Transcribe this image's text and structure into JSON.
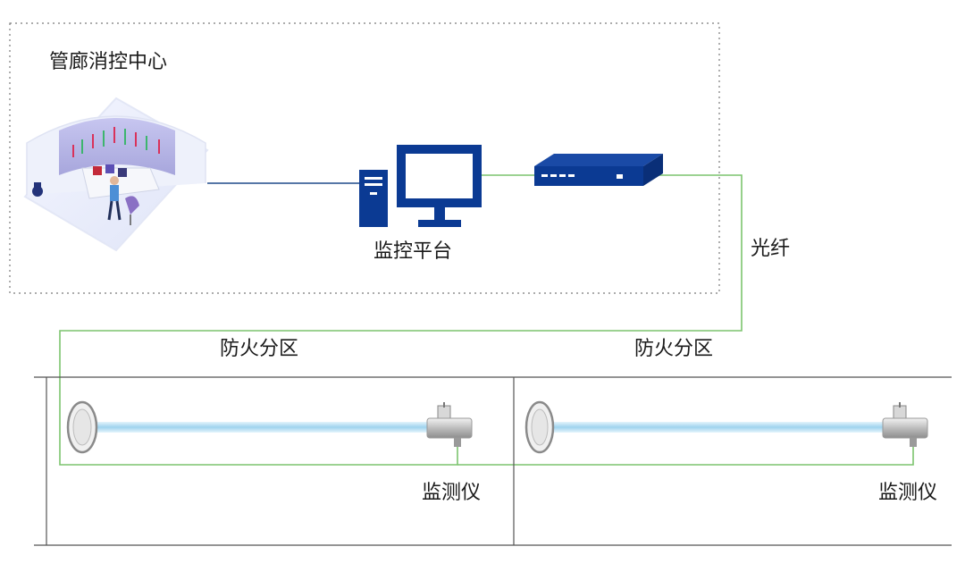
{
  "center": {
    "title": "管廊消控中心"
  },
  "platform": {
    "label": "监控平台"
  },
  "fiber": {
    "label": "光纤"
  },
  "zones": [
    {
      "label": "防火分区",
      "monitor_label": "监测仪"
    },
    {
      "label": "防火分区",
      "monitor_label": "监测仪"
    }
  ],
  "colors": {
    "fiber_line": "#7cc46e",
    "link_line": "#1f4a8a",
    "device_blue": "#0b3a93",
    "dotted_border": "#7a7a7a",
    "beam": "#cfe9f7"
  },
  "icons": [
    "control-room-icon",
    "computer-tower-icon",
    "monitor-icon",
    "network-switch-icon",
    "reflector-icon",
    "detector-icon"
  ]
}
